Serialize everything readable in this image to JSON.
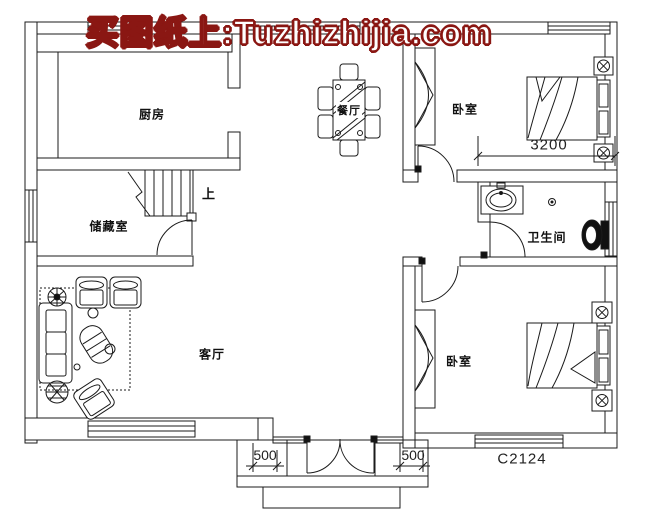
{
  "watermark": {
    "text": "买图纸上:Tuzhizhijia.com",
    "color": "#8a1713"
  },
  "rooms": {
    "kitchen": {
      "label": "厨房"
    },
    "dining": {
      "label": "餐厅"
    },
    "bedroom_top": {
      "label": "卧室"
    },
    "storage": {
      "label": "储藏室"
    },
    "bathroom": {
      "label": "卫生间"
    },
    "living": {
      "label": "客厅"
    },
    "bedroom_bottom": {
      "label": "卧室"
    }
  },
  "stairs": {
    "up_label": "上"
  },
  "dimensions": {
    "bedroom_top_width": "3200",
    "entry_left": "500",
    "entry_right": "500"
  },
  "windows": {
    "bottom_right_code": "C2124"
  },
  "drawing": {
    "line_color": "#1b1b1b",
    "background": "#ffffff"
  }
}
